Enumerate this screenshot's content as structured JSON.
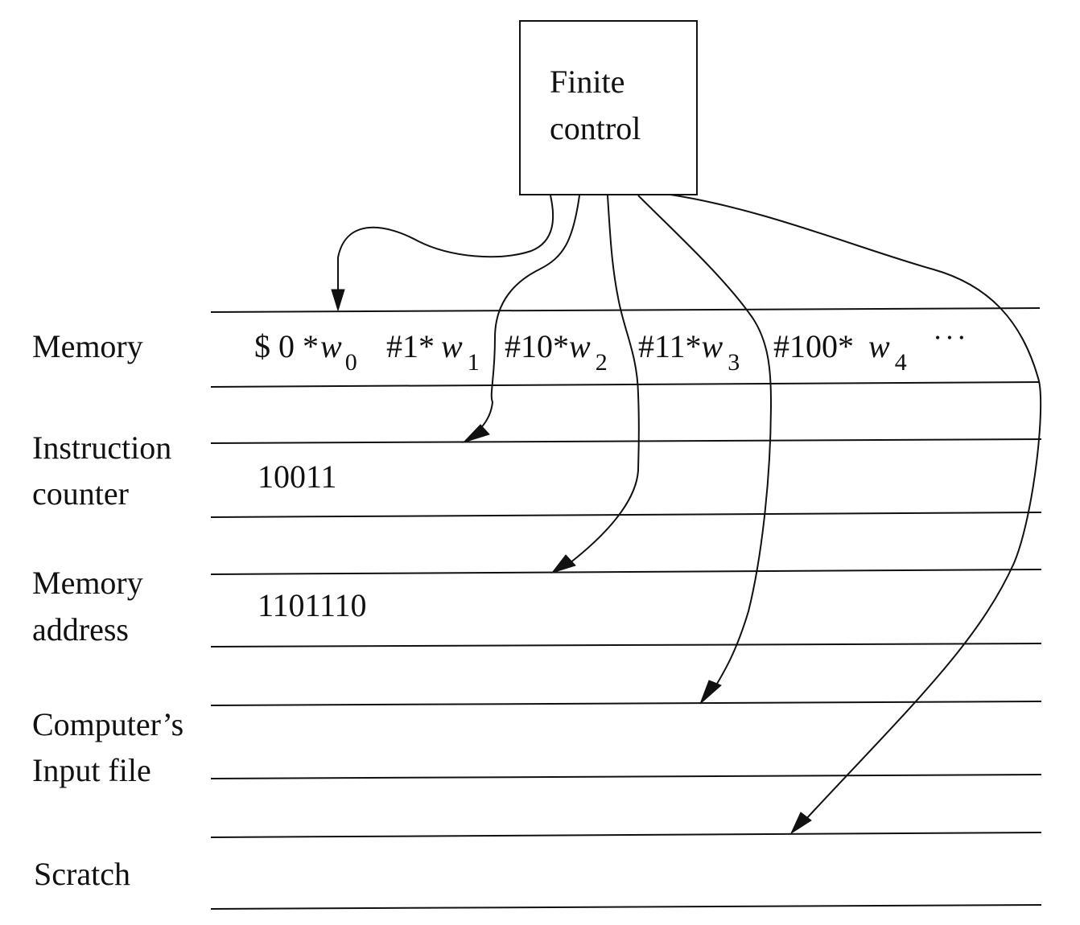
{
  "finite_control": {
    "line1": "Finite",
    "line2": "control"
  },
  "tapes": {
    "memory": {
      "label": "Memory"
    },
    "instruction_counter": {
      "label_line1": "Instruction",
      "label_line2": "counter",
      "value": "10011"
    },
    "memory_address": {
      "label_line1": "Memory",
      "label_line2": "address",
      "value": "1101110"
    },
    "input_file": {
      "label_line1": "Computer’s",
      "label_line2": "Input file"
    },
    "scratch": {
      "label": "Scratch"
    }
  },
  "memory_contents": {
    "seg0": {
      "prefix": "$ 0 *",
      "var": "w",
      "sub": "0"
    },
    "seg1": {
      "prefix": "#1*",
      "var": "w",
      "sub": "1"
    },
    "seg2": {
      "prefix": "#10*",
      "var": "w",
      "sub": "2"
    },
    "seg3": {
      "prefix": "#11*",
      "var": "w",
      "sub": "3"
    },
    "seg4": {
      "prefix": "#100*",
      "var": "w",
      "sub": "4"
    },
    "ellipsis": "• • •"
  }
}
